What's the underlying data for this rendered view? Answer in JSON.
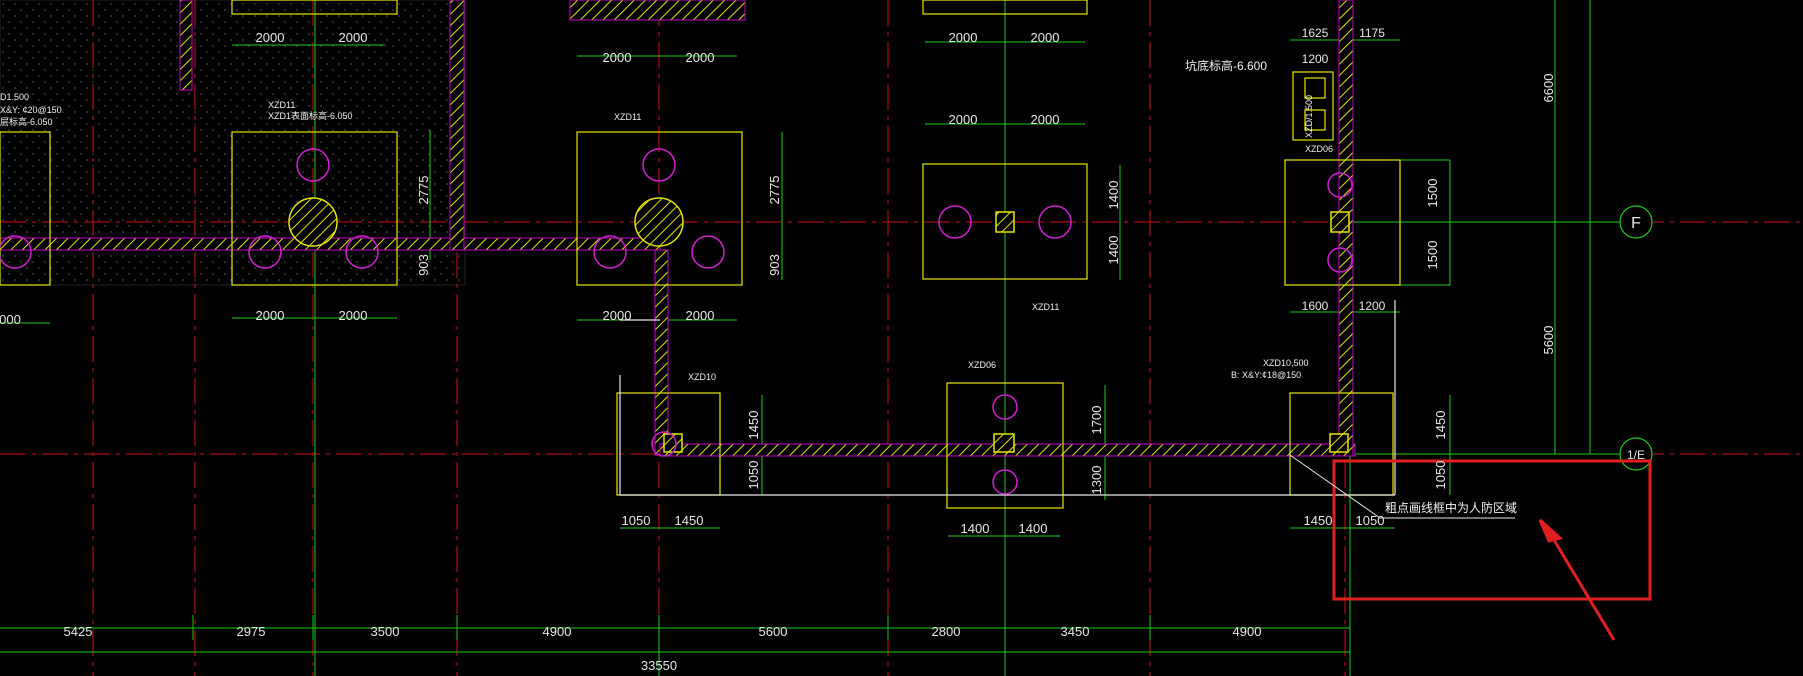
{
  "drawing": {
    "dims_top_left": [
      "2000",
      "2000"
    ],
    "dims_top_mid": [
      "2000",
      "2000"
    ],
    "dims_top_mid2": [
      "2000",
      "2000"
    ],
    "dims_top_right": [
      "1625",
      "1175"
    ],
    "dims_row2_mid2": [
      "2000",
      "2000"
    ],
    "dims_row3_left": [
      "2000",
      "2000"
    ],
    "dims_row3_mid": [
      "2000",
      "2000"
    ],
    "dim_far_left": "000",
    "dim_1200_top": "1200",
    "dims_right_bottom": [
      "1600",
      "1200"
    ],
    "vert_dims_left": [
      "2775",
      "903"
    ],
    "vert_dims_mid": [
      "2775",
      "903"
    ],
    "vert_dims_center": [
      "1400",
      "1400"
    ],
    "vert_dims_right": [
      "1500",
      "1500"
    ],
    "vert_dims_far_right": [
      "6600",
      "5600"
    ],
    "vert_dims_zd10": [
      "1450",
      "1050"
    ],
    "vert_dims_zd06": [
      "1700",
      "1300"
    ],
    "vert_dims_zd10r": [
      "1450",
      "1050"
    ],
    "dims_zd10": [
      "1050",
      "1450"
    ],
    "dims_zd06": [
      "1400",
      "1400"
    ],
    "dims_zd10r": [
      "1450",
      "1050"
    ],
    "bottom_dims": [
      "5425",
      "2975",
      "3500",
      "4900",
      "5600",
      "2800",
      "3450",
      "4900"
    ],
    "total_dim": "33550",
    "axis_F": "F",
    "axis_1E": "1/E",
    "pit_label": "坑底标高-6.600",
    "annotation": "粗点画线框中为人防区域",
    "labels": {
      "l_xzd1500": "D1.500",
      "l_xy_left": "X&Y: ¢20@150",
      "l_elev_left": "层标高-6.050",
      "l_xzd11_a": "XZD11",
      "l_xzd11_a2": "XZD1表面标高-6.050",
      "l_xzd11_b": "XZD11",
      "l_xzd11_c": "XZD11",
      "l_xzd06_top": "XZD06",
      "l_xzd10": "XZD10",
      "l_xzd06": "XZD06",
      "l_xzd10_500": "XZD10,500",
      "l_bxy": "B: X&Y:¢18@150",
      "l_sidebox": "XZD/1.500"
    }
  }
}
